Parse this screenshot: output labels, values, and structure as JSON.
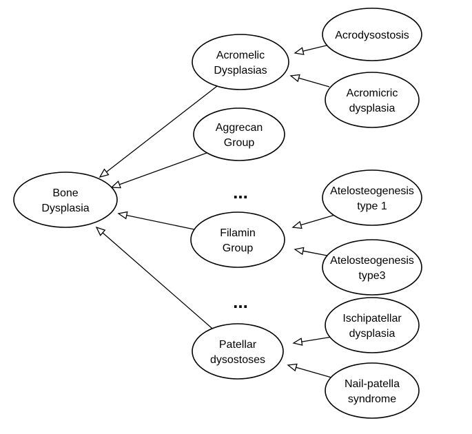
{
  "nodes": [
    {
      "id": "bone",
      "lines": [
        "Bone",
        "Dysplasia"
      ]
    },
    {
      "id": "acromelic",
      "lines": [
        "Acromelic",
        "Dysplasias"
      ]
    },
    {
      "id": "aggrecan",
      "lines": [
        "Aggrecan",
        "Group"
      ]
    },
    {
      "id": "filamin",
      "lines": [
        "Filamin",
        "Group"
      ]
    },
    {
      "id": "patellar",
      "lines": [
        "Patellar",
        "dysostoses"
      ]
    },
    {
      "id": "acrodysostosis",
      "lines": [
        "Acrodysostosis"
      ]
    },
    {
      "id": "acromicric",
      "lines": [
        "Acromicric",
        "dysplasia"
      ]
    },
    {
      "id": "atelo1",
      "lines": [
        "Atelosteogenesis",
        "type 1"
      ]
    },
    {
      "id": "atelo3",
      "lines": [
        "Atelosteogenesis",
        "type3"
      ]
    },
    {
      "id": "ischipatellar",
      "lines": [
        "Ischipatellar",
        "dysplasia"
      ]
    },
    {
      "id": "nailpatella",
      "lines": [
        "Nail-patella",
        "syndrome"
      ]
    }
  ],
  "edges": [
    {
      "from": "acromelic",
      "to": "bone"
    },
    {
      "from": "aggrecan",
      "to": "bone"
    },
    {
      "from": "filamin",
      "to": "bone"
    },
    {
      "from": "patellar",
      "to": "bone"
    },
    {
      "from": "acrodysostosis",
      "to": "acromelic"
    },
    {
      "from": "acromicric",
      "to": "acromelic"
    },
    {
      "from": "atelo1",
      "to": "filamin"
    },
    {
      "from": "atelo3",
      "to": "filamin"
    },
    {
      "from": "ischipatellar",
      "to": "patellar"
    },
    {
      "from": "nailpatella",
      "to": "patellar"
    }
  ],
  "ellipses": [
    "...",
    "..."
  ]
}
